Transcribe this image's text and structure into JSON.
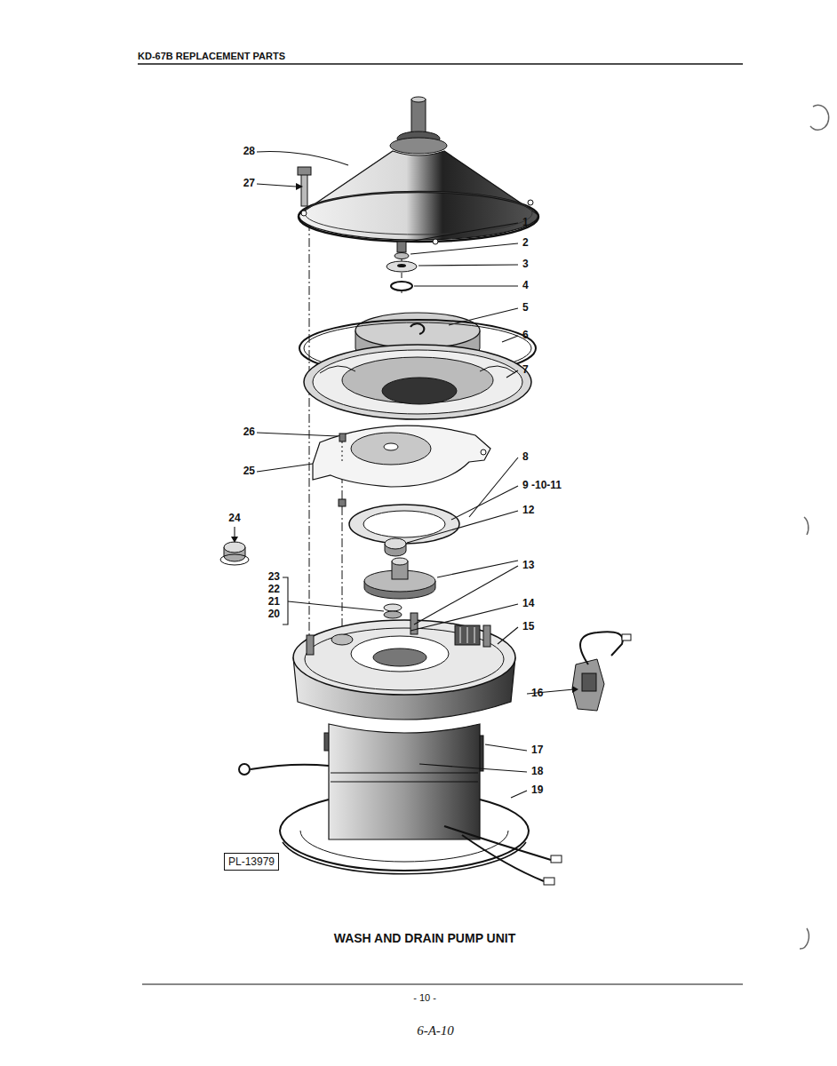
{
  "diagram": {
    "title": "KD-67B REPLACEMENT PARTS",
    "caption": "WASH AND DRAIN PUMP UNIT",
    "nodes": [
      {
        "text": [
          "PL-13979"
        ]
      }
    ],
    "edges": [],
    "labels": [
      "28",
      "27",
      "1",
      "2",
      "3",
      "4",
      "5",
      "6",
      "7",
      "26",
      "25",
      "8",
      "9 -10-11",
      "24",
      "12",
      "13",
      "23",
      "22",
      "21",
      "20",
      "14",
      "15",
      "16",
      "17",
      "18",
      "19",
      "- 10 -",
      "6-A-10"
    ]
  }
}
